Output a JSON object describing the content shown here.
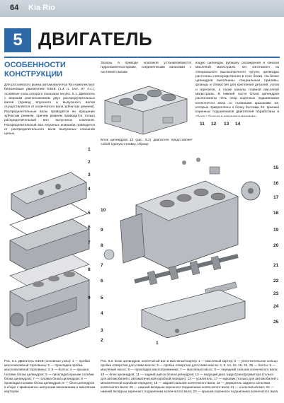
{
  "header": {
    "page_number": "64",
    "model": "Kia Rio"
  },
  "chapter": {
    "number": "5",
    "title": "ДВИГАТЕЛЬ"
  },
  "section": {
    "title": "ОСОБЕННОСТИ КОНСТРУКЦИИ"
  },
  "col1_text": "Для российского рынка автомобили Kia Rio комплектуют бензиновым двигателем G4EE (1,4 л, 16V, 97 л.с.), основные узлы которого показаны на рис. 5.1. Двигатель с верхним расположением двух распределительных валов (привод впускного и выпускного валов осуществляется от коленчатого вала зубчатым ремнем). Распределительные валы приводятся во вращание зубчатым ремнем, причем ремнем приводится только распределительный вал выпускных клапанов. Распределительный вал впускных клапанов приводится от распределительного вала выпускных клапанов цепью.",
  "col2_text": "Зазоры в приводе клапанов устанавливаются гидрокомпенсаторами, соединенными каналами с системой смазки.",
  "col3_text": "ющую цилиндры рубашку охлаждения и каналы масляной магистрали. Он изготовлен из специального высокопрочного чугуна, цилиндры расточены непосредственно в теле блока. На блоке цилиндров выполнены специальные приливы, фланцы и отверстия для крепления деталей, узлов и агрегатов, а также каналы главной масляной магистрали. В нижней части блока цилиндров расположены пять опор коренных подшипников коленчатого вала со съемными крышками 23, которые прикреплены к блоку болтами 24. Крышки коренных подшипников двигателей обработаны в сборе с блоком и невзаимозаменяемы.",
  "block_caption": "Блок цилиндров 10 (рис. 5.2) двигателя представляет собой единую отливку, образу-",
  "fig1_caption": "Рис. 5.1. Двигатель G4EE (основные узлы): 1 — пробка маслоналивной горловины; 2 — прокладка пробки маслоналивной горловины; 3, 6 — болты; 4 — крышка головки блока цилиндров; 5 — прокладка крышки головки блока цилиндров; 7 — головка блока цилиндров; 8 — прокладка головки блока цилиндров; 9 — блок цилиндров в сборе с кривошипно-шатунным механизмом и масляным картером",
  "fig2_caption": "Рис. 5.2. Блок цилиндров, коленчатый вал и масляный картер: 1 — масляный картер; 2 — уплотнительное кольцо пробки отверстия для слива масла; 3 — пробка отверстия для слива масла; 4, 9, 14, 15, 16, 24, 25 — болты; 5 — масляный насос; 6 — прокладка маслоприемника; 7 — масляный насос; 8 — передний сальник коленчатого вала; 10 — блок цилиндров; 11 — задний щиток блока цилиндров; 12 — ведущий диск гидротрансформатора (только для автомобилей с автоматической коробкой передач); 13 — усилитель; 17 — маховик (только для автомобилей с механической коробкой передач); 18 — задний сальник коленчатого вала; 19 — держатель заднего сальника коленчатого вала; 20 — нижний вкладыш коренного подшипника коленчатого вала; 21 — коленчатый вал; 22 — нижний вкладыш коренного подшипника коленчатого вала; 23 — крышка коренного подшипника коленчатого вала",
  "fig1_callouts": [
    "1",
    "2",
    "3",
    "4",
    "5",
    "6",
    "7",
    "8",
    "9"
  ],
  "fig2_callouts": [
    "1",
    "2",
    "3",
    "4",
    "5",
    "6",
    "7",
    "8",
    "9",
    "10",
    "11",
    "12",
    "13",
    "14",
    "15",
    "16",
    "17",
    "18",
    "19",
    "20",
    "21",
    "22",
    "23",
    "24",
    "25"
  ]
}
